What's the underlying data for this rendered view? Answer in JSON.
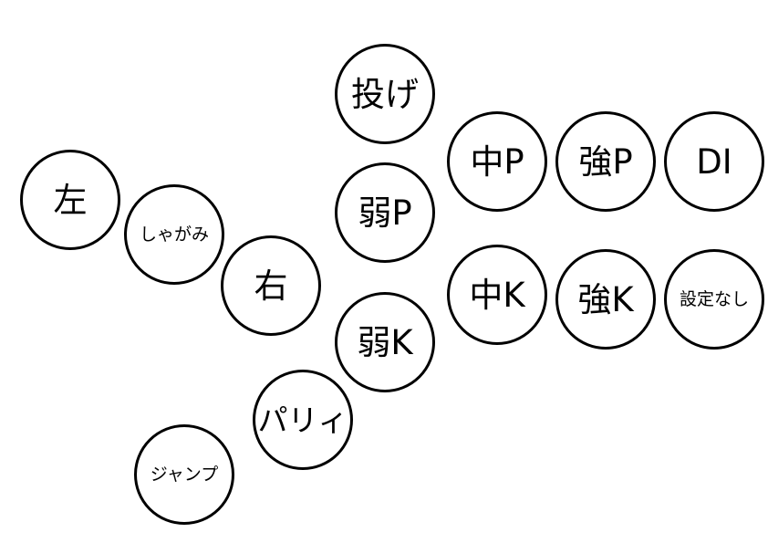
{
  "colors": {
    "background": "#ffffff",
    "ring": "#000000",
    "text": "#000000"
  },
  "buttons": {
    "left": "左",
    "crouch": "しゃがみ",
    "right": "右",
    "jump": "ジャンプ",
    "parry": "パリィ",
    "throw": "投げ",
    "light_punch": "弱P",
    "light_kick": "弱K",
    "medium_punch": "中P",
    "heavy_punch": "強P",
    "drive_impact": "DI",
    "medium_kick": "中K",
    "heavy_kick": "強K",
    "unassigned": "設定なし"
  }
}
